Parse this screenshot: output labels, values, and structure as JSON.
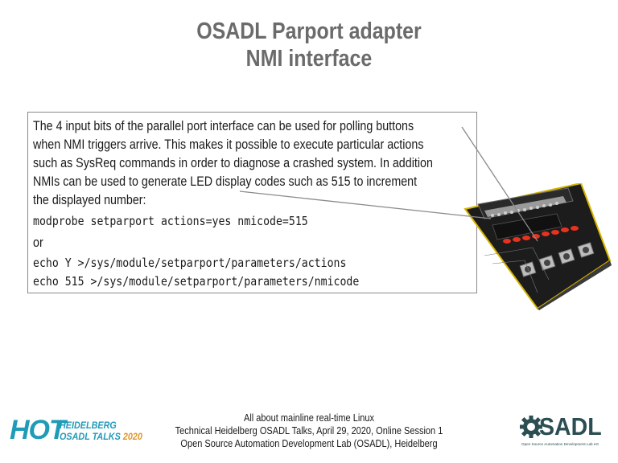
{
  "slide": {
    "title_line1": "OSADL Parport adapter",
    "title_line2": "NMI interface"
  },
  "content": {
    "paragraph_lines": [
      "The 4 input bits of the parallel port interface can be used for polling buttons",
      "when NMI triggers arrive. This makes it possible to execute particular actions",
      "such as SysReq commands in order to diagnose a crashed system. In addition",
      "NMIs can be used to generate LED display codes such as 515 to increment",
      "the displayed number:"
    ],
    "command1": "modprobe setparport actions=yes nmicode=515",
    "or_text": "or",
    "command2": "echo Y >/sys/module/setparport/parameters/actions",
    "command3": "echo 515 >/sys/module/setparport/parameters/nmicode"
  },
  "footer": {
    "line1": "All about mainline real-time Linux",
    "line2": "Technical Heidelberg OSADL Talks, April 29, 2020, Online Session 1",
    "line3": "Open Source Automation Development Lab (OSADL), Heidelberg"
  },
  "logos": {
    "hot_big": "HOT",
    "hot_line1": "HEIDELBERG",
    "hot_line2": "OSADL TALKS",
    "hot_year": "2020",
    "osadl_word": "SADL",
    "osadl_tagline": "Open Source Automation Development Lab eG"
  },
  "colors": {
    "title": "#6b6b6b",
    "hot_blue": "#1f9bb8",
    "hot_orange": "#e0962a",
    "osadl_dark": "#2b4e52",
    "led_red": "#e8321e",
    "pcb_black": "#1c1c1c",
    "pcb_edge": "#d6b400"
  }
}
